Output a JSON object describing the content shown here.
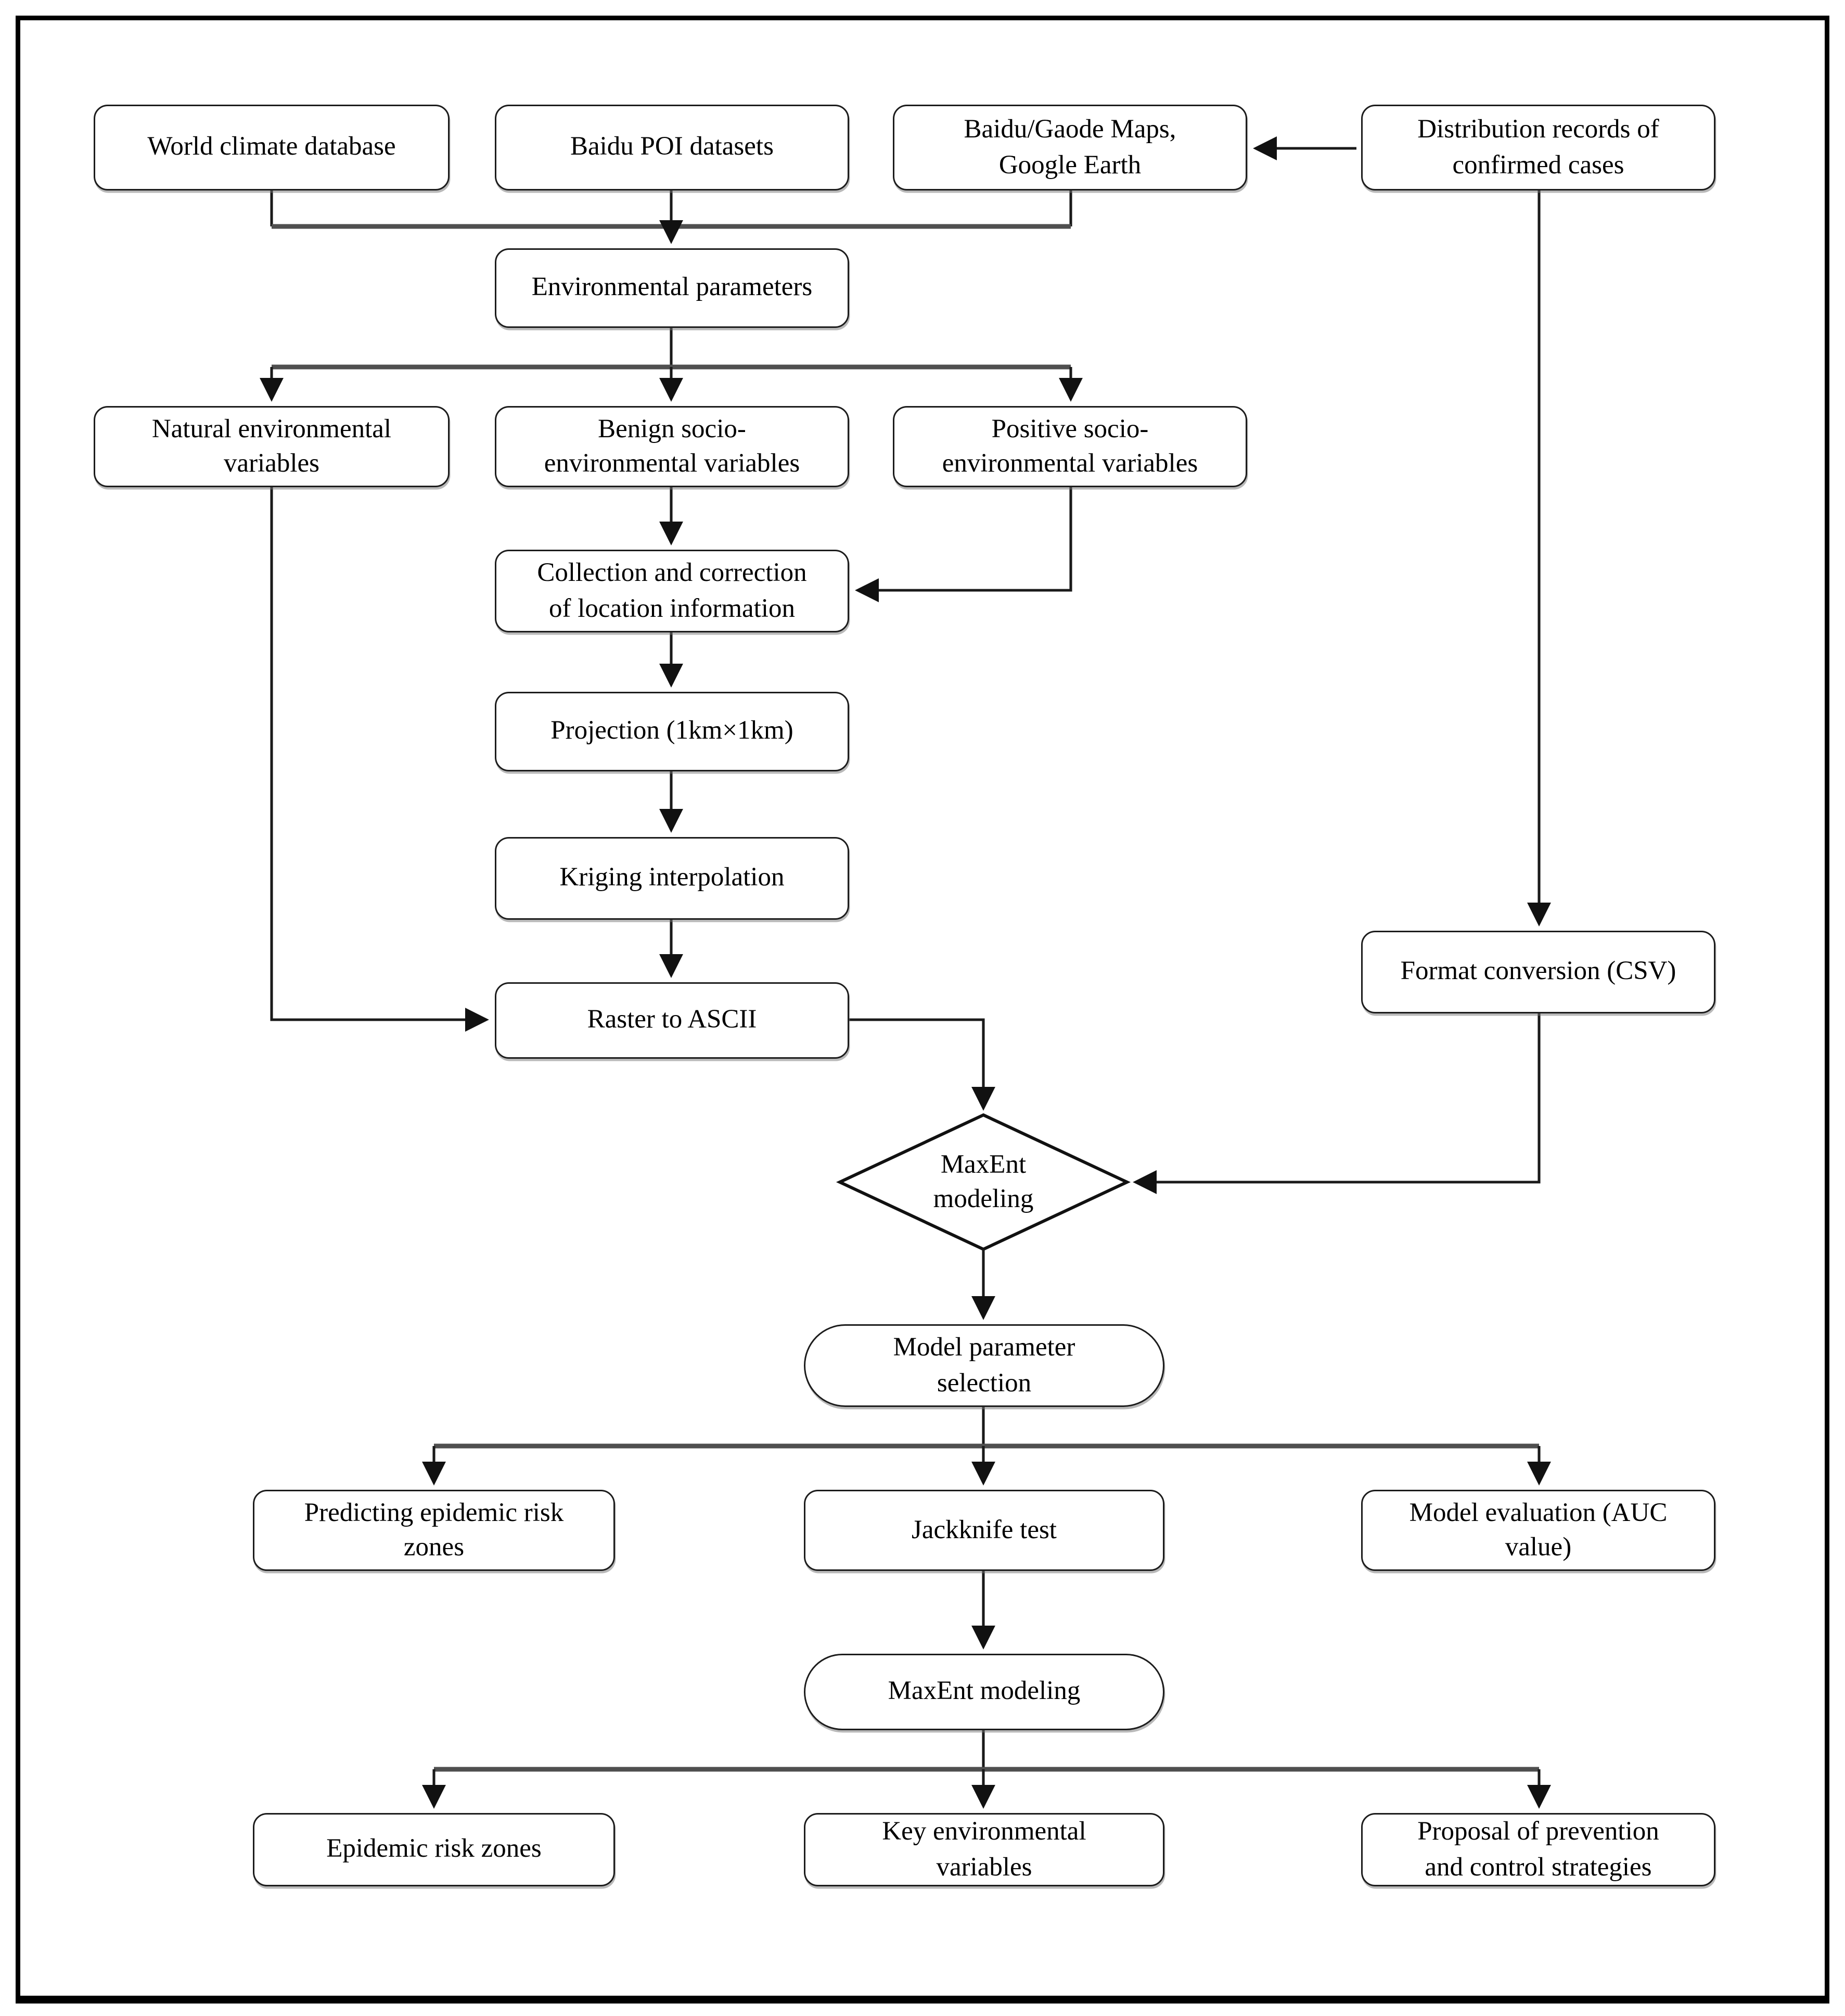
{
  "diagram": {
    "type": "flowchart",
    "background_color": "#ffffff",
    "line_color": "#1a1a1a",
    "junction_line_color": "#4f4f4f",
    "nodes": {
      "world_climate": {
        "label": "World climate database",
        "shape": "rounded-rect"
      },
      "baidu_poi": {
        "label": "Baidu POI datasets",
        "shape": "rounded-rect"
      },
      "maps": {
        "label": "Baidu/Gaode Maps,\nGoogle Earth",
        "shape": "rounded-rect"
      },
      "distribution_records": {
        "label": "Distribution records of\nconfirmed cases",
        "shape": "rounded-rect"
      },
      "env_params": {
        "label": "Environmental parameters",
        "shape": "rounded-rect"
      },
      "natural_vars": {
        "label": "Natural environmental\nvariables",
        "shape": "rounded-rect"
      },
      "benign_vars": {
        "label": "Benign socio-\nenvironmental variables",
        "shape": "rounded-rect"
      },
      "positive_vars": {
        "label": "Positive socio-\nenvironmental variables",
        "shape": "rounded-rect"
      },
      "collection": {
        "label": "Collection and correction\nof location information",
        "shape": "rounded-rect"
      },
      "projection": {
        "label": "Projection (1km×1km)",
        "shape": "rounded-rect"
      },
      "kriging": {
        "label": "Kriging interpolation",
        "shape": "rounded-rect"
      },
      "raster_to_ascii": {
        "label": "Raster to ASCII",
        "shape": "rounded-rect"
      },
      "format_conversion": {
        "label": "Format conversion (CSV)",
        "shape": "rounded-rect"
      },
      "maxent_decision": {
        "label": "MaxEnt\nmodeling",
        "shape": "diamond"
      },
      "model_param_selection": {
        "label": "Model parameter\nselection",
        "shape": "stadium"
      },
      "predicting_zones": {
        "label": "Predicting epidemic risk\nzones",
        "shape": "rounded-rect"
      },
      "jackknife": {
        "label": "Jackknife test",
        "shape": "rounded-rect"
      },
      "model_evaluation": {
        "label": "Model evaluation (AUC\nvalue)",
        "shape": "rounded-rect"
      },
      "maxent_modeling": {
        "label": "MaxEnt modeling",
        "shape": "stadium"
      },
      "epidemic_zones": {
        "label": "Epidemic risk zones",
        "shape": "rounded-rect"
      },
      "key_env_vars": {
        "label": "Key environmental\nvariables",
        "shape": "rounded-rect"
      },
      "proposal": {
        "label": "Proposal of prevention\nand control strategies",
        "shape": "rounded-rect"
      }
    },
    "edges": [
      {
        "from": "world_climate",
        "to": "env_params"
      },
      {
        "from": "baidu_poi",
        "to": "env_params"
      },
      {
        "from": "maps",
        "to": "env_params"
      },
      {
        "from": "distribution_records",
        "to": "maps"
      },
      {
        "from": "env_params",
        "to": "natural_vars"
      },
      {
        "from": "env_params",
        "to": "benign_vars"
      },
      {
        "from": "env_params",
        "to": "positive_vars"
      },
      {
        "from": "benign_vars",
        "to": "collection"
      },
      {
        "from": "positive_vars",
        "to": "collection"
      },
      {
        "from": "collection",
        "to": "projection"
      },
      {
        "from": "projection",
        "to": "kriging"
      },
      {
        "from": "kriging",
        "to": "raster_to_ascii"
      },
      {
        "from": "natural_vars",
        "to": "raster_to_ascii"
      },
      {
        "from": "raster_to_ascii",
        "to": "maxent_decision"
      },
      {
        "from": "distribution_records",
        "to": "format_conversion"
      },
      {
        "from": "format_conversion",
        "to": "maxent_decision"
      },
      {
        "from": "maxent_decision",
        "to": "model_param_selection"
      },
      {
        "from": "model_param_selection",
        "to": "predicting_zones"
      },
      {
        "from": "model_param_selection",
        "to": "jackknife"
      },
      {
        "from": "model_param_selection",
        "to": "model_evaluation"
      },
      {
        "from": "jackknife",
        "to": "maxent_modeling"
      },
      {
        "from": "maxent_modeling",
        "to": "epidemic_zones"
      },
      {
        "from": "maxent_modeling",
        "to": "key_env_vars"
      },
      {
        "from": "maxent_modeling",
        "to": "proposal"
      }
    ]
  }
}
